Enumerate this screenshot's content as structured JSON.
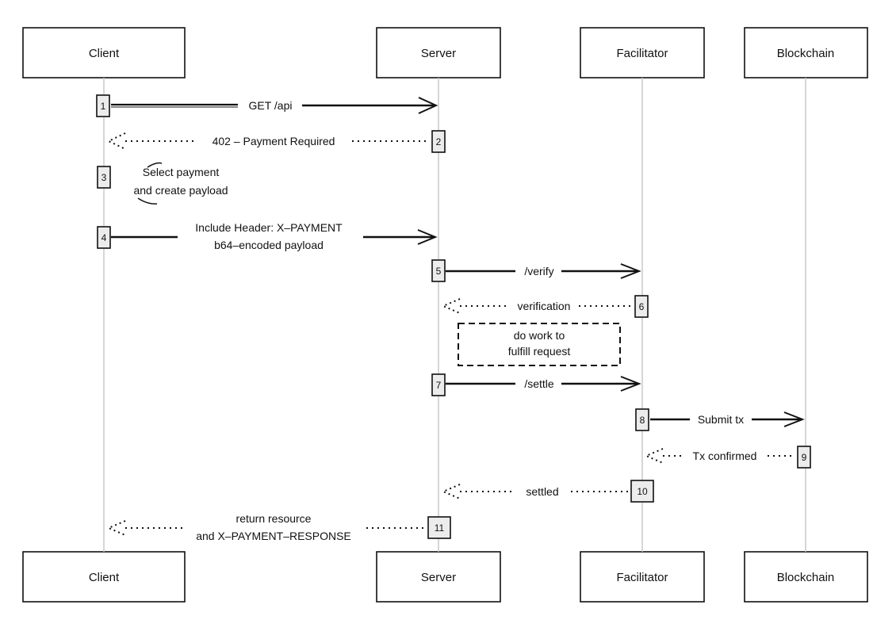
{
  "participants": [
    {
      "name": "Client"
    },
    {
      "name": "Server"
    },
    {
      "name": "Facilitator"
    },
    {
      "name": "Blockchain"
    }
  ],
  "steps": [
    {
      "n": "1",
      "lines": [
        "GET /api"
      ]
    },
    {
      "n": "2",
      "lines": [
        "402 – Payment Required"
      ]
    },
    {
      "n": "3",
      "lines": [
        "Select payment",
        "and create payload"
      ]
    },
    {
      "n": "4",
      "lines": [
        "Include Header: X–PAYMENT",
        "b64–encoded payload"
      ]
    },
    {
      "n": "5",
      "lines": [
        "/verify"
      ]
    },
    {
      "n": "6",
      "lines": [
        "verification"
      ]
    },
    {
      "n": "7",
      "lines": [
        "/settle"
      ]
    },
    {
      "n": "8",
      "lines": [
        "Submit tx"
      ]
    },
    {
      "n": "9",
      "lines": [
        "Tx confirmed"
      ]
    },
    {
      "n": "10",
      "lines": [
        "settled"
      ]
    },
    {
      "n": "11",
      "lines": [
        "return resource",
        "and X–PAYMENT–RESPONSE"
      ]
    }
  ],
  "note": {
    "lines": [
      "do work to",
      "fulfill request"
    ]
  }
}
